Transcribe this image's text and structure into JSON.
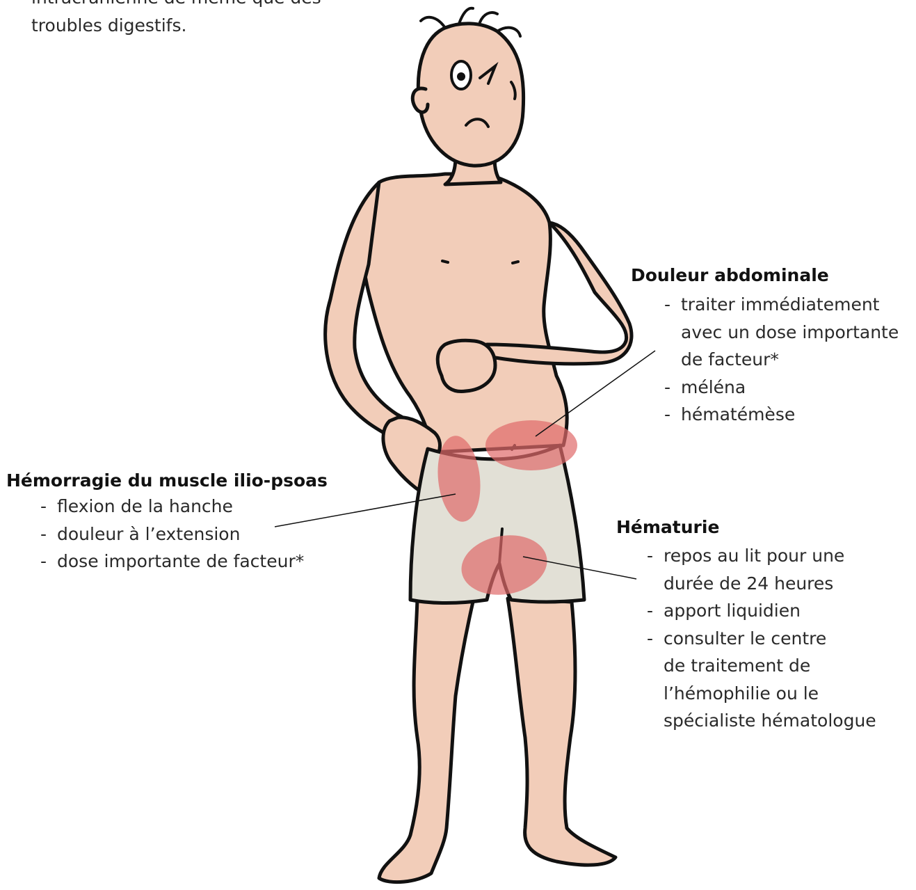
{
  "intro_text": {
    "line1": "intracrânienne de même que des",
    "line2": "troubles digestifs."
  },
  "callouts": {
    "abdominal": {
      "title": "Douleur abdominale",
      "items": [
        [
          "traiter immédiatement",
          "avec un dose importante",
          "de facteur*"
        ],
        [
          "méléna"
        ],
        [
          "hématémèse"
        ]
      ]
    },
    "iliopsoas": {
      "title": "Hémorragie du muscle ilio-psoas",
      "items": [
        [
          "flexion de la hanche"
        ],
        [
          "douleur à l’extension"
        ],
        [
          "dose importante de facteur*"
        ]
      ]
    },
    "hematuria": {
      "title": "Hématurie",
      "items": [
        [
          "repos au lit pour une",
          "durée de 24 heures"
        ],
        [
          "apport liquidien"
        ],
        [
          "consulter le centre",
          "de traitement de",
          "l’hémophilie ou le",
          "spécialiste hématologue"
        ]
      ]
    }
  },
  "colors": {
    "skin": "#f2cdb9",
    "outline": "#111111",
    "shorts": "#e2e0d6",
    "highlight": "#e06a6a"
  }
}
